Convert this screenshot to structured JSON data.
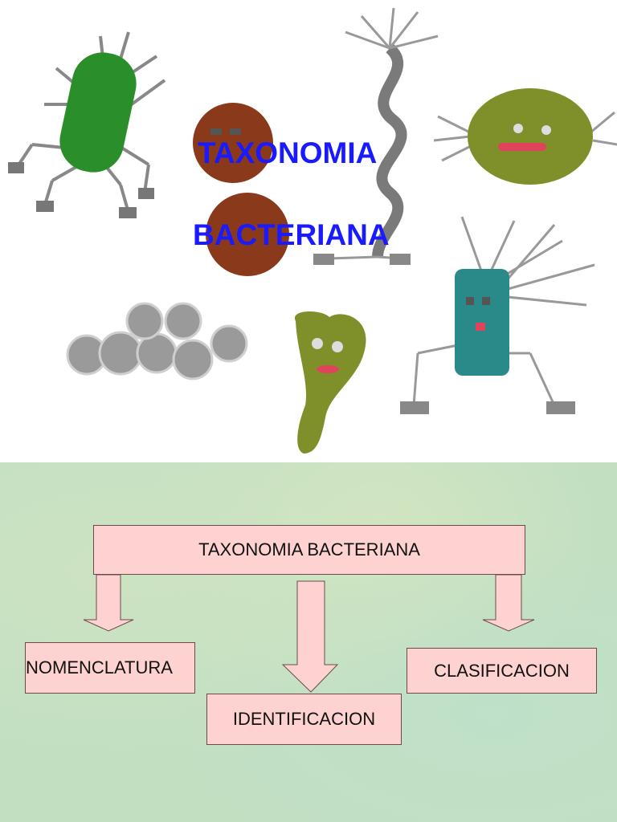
{
  "slide1": {
    "title_line1": "TAXONOMIA",
    "title_line2": "BACTERIANA"
  },
  "diagram": {
    "root": "TAXONOMIA BACTERIANA",
    "children": [
      "NOMENCLATURA",
      "IDENTIFICACION",
      "CLASIFICACION"
    ]
  },
  "colors": {
    "title_text": "#1a1aff",
    "box_fill": "#ffd2d2",
    "box_border": "#6b4a4a"
  }
}
